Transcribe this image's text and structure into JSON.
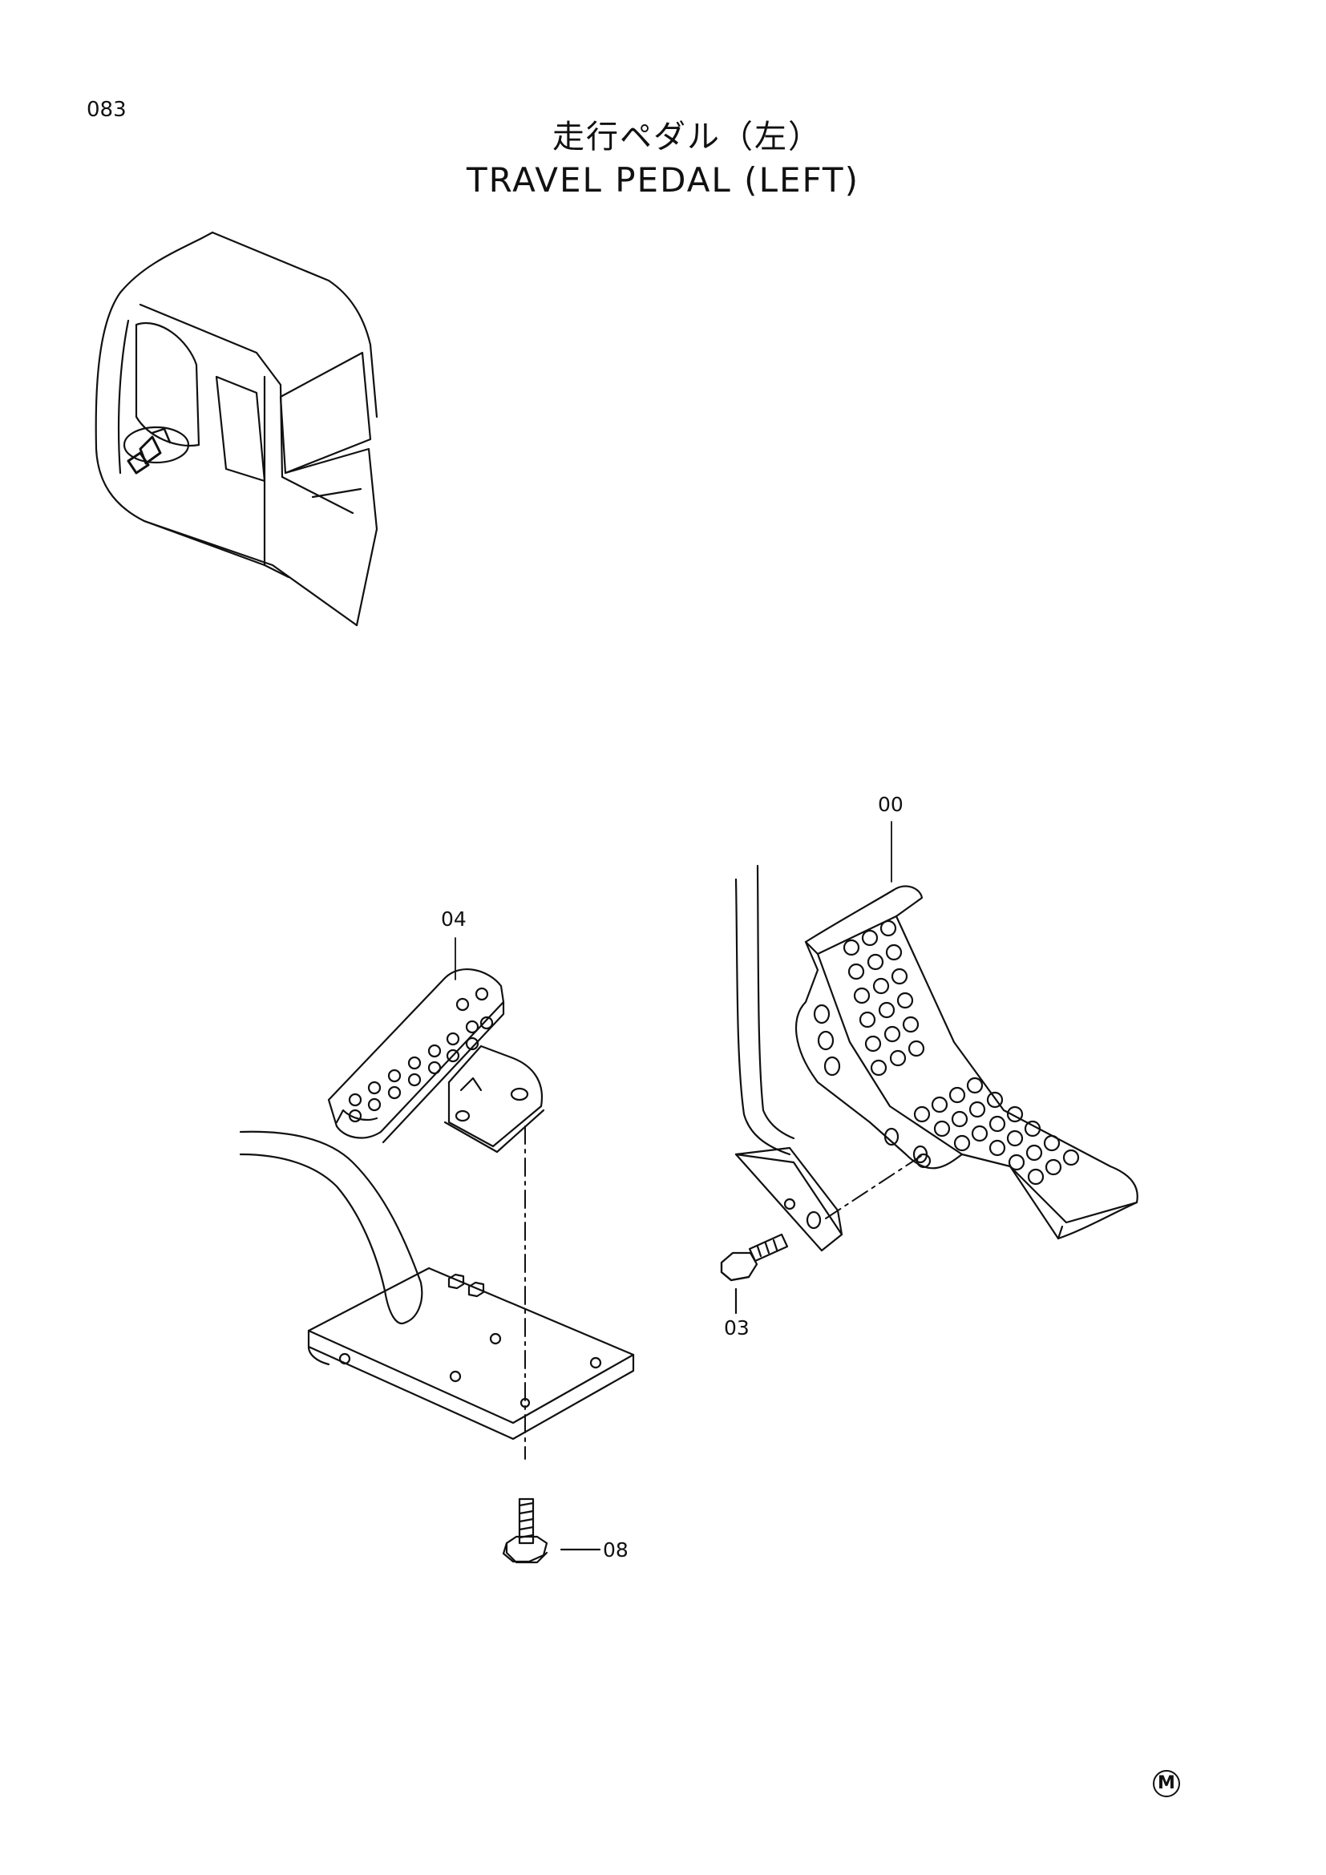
{
  "header": {
    "page_number": "083",
    "title_japanese": "走行ペダル（左）",
    "title_english": "TRAVEL PEDAL (LEFT)"
  },
  "callouts": {
    "pedal_assembly": "00",
    "bolt_side": "03",
    "pedal_pad": "04",
    "bolt_bottom": "08"
  },
  "footer": {
    "mark": "M"
  }
}
